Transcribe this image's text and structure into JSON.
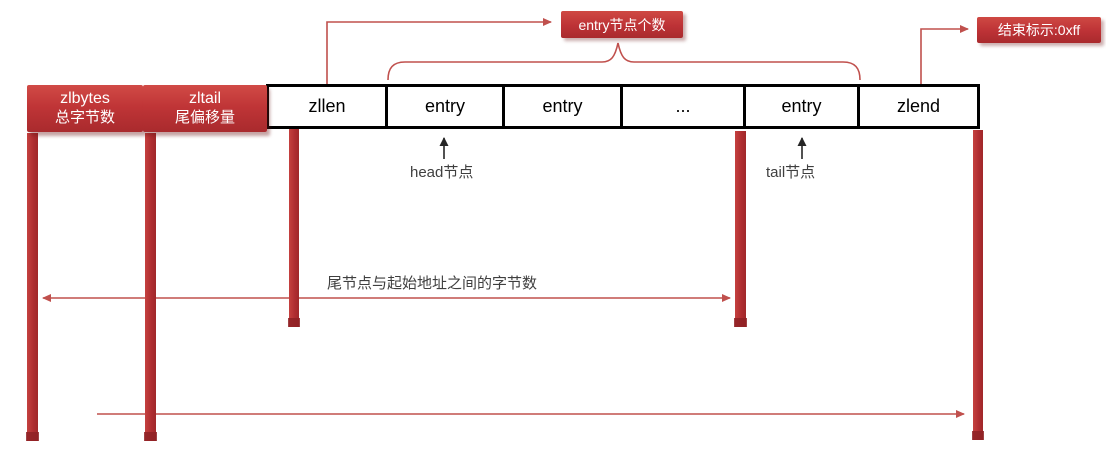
{
  "diagram": {
    "callouts": {
      "entry_count": "entry节点个数",
      "end_marker": "结束标示:0xff"
    },
    "fields": [
      {
        "label": "zlbytes",
        "sublabel": "总字节数"
      },
      {
        "label": "zltail",
        "sublabel": "尾偏移量"
      },
      {
        "label": "zllen"
      },
      {
        "label": "entry"
      },
      {
        "label": "entry"
      },
      {
        "label": "..."
      },
      {
        "label": "entry"
      },
      {
        "label": "zlend"
      }
    ],
    "annotations": {
      "head_node": "head节点",
      "tail_node": "tail节点",
      "tail_offset": "尾节点与起始地址之间的字节数"
    },
    "colors": {
      "box_red": "#bd3236",
      "box_red_light": "#d14b46",
      "box_red_dark": "#a92a2d",
      "bar_red": "#b02e31",
      "line_red": "#c0504d",
      "arrow_black": "#262626",
      "border_black": "#000000",
      "text_gray": "#3f3f3f",
      "text_white": "#ffffff"
    }
  }
}
